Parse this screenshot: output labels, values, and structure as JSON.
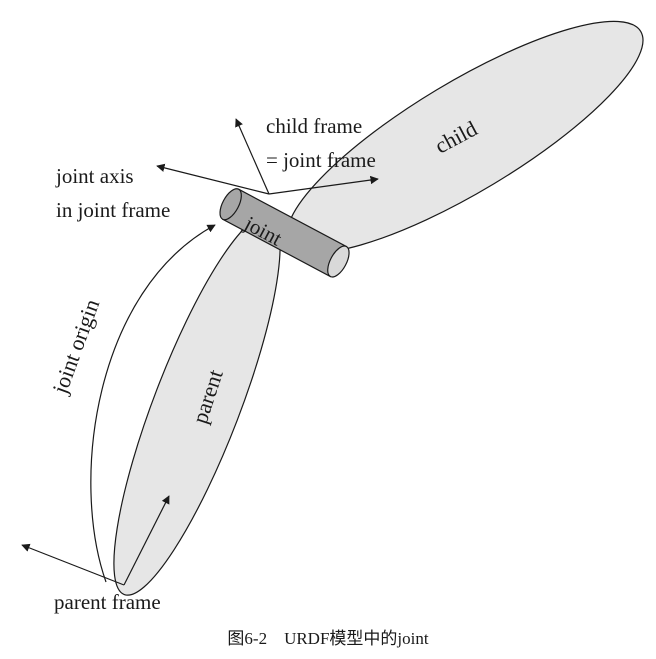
{
  "labels": {
    "child_frame_line1": "child frame",
    "child_frame_line2": "= joint frame",
    "child": "child",
    "joint_axis_line1": "joint axis",
    "joint_axis_line2": "in joint frame",
    "joint": "joint",
    "joint_origin": "joint origin",
    "parent": "parent",
    "parent_frame": "parent frame"
  },
  "caption": "图6-2　URDF模型中的joint"
}
